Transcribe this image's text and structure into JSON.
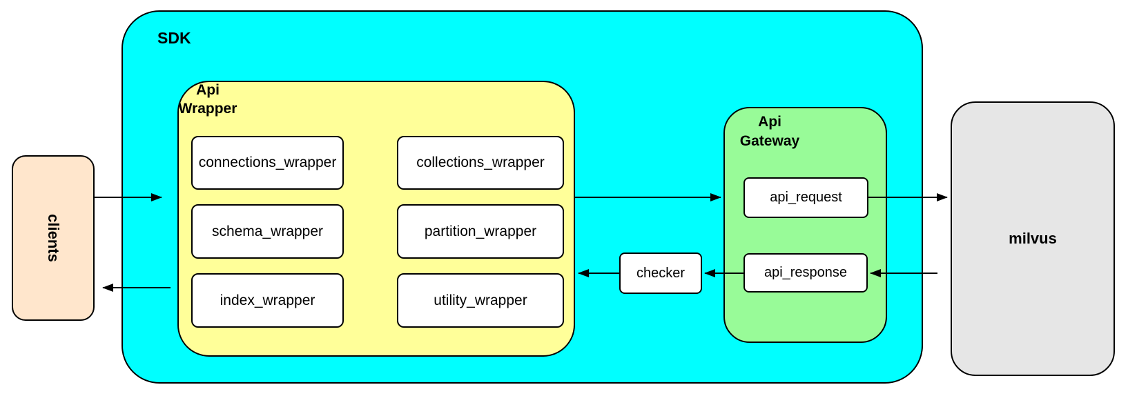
{
  "colors": {
    "canvas_bg": "#FFFFFF",
    "sdk_fill": "#00FFFF",
    "api_wrapper_fill": "#FFFF99",
    "api_gateway_fill": "#98FB98",
    "clients_fill": "#FFE6CC",
    "milvus_fill": "#E6E6E6",
    "leaf_box_fill": "#FFFFFF",
    "border": "#000000"
  },
  "nodes": {
    "clients": {
      "label": "clients"
    },
    "sdk": {
      "label": "SDK"
    },
    "api_wrapper": {
      "label": "Api\nWrapper",
      "items": [
        {
          "label": "connections_wrapper"
        },
        {
          "label": "collections_wrapper"
        },
        {
          "label": "schema_wrapper"
        },
        {
          "label": "partition_wrapper"
        },
        {
          "label": "index_wrapper"
        },
        {
          "label": "utility_wrapper"
        }
      ]
    },
    "checker": {
      "label": "checker"
    },
    "api_gateway": {
      "label": "Api\nGateway",
      "items": [
        {
          "label": "api_request"
        },
        {
          "label": "api_response"
        }
      ]
    },
    "milvus": {
      "label": "milvus"
    }
  },
  "edges": [
    {
      "from": "clients",
      "to": "sdk"
    },
    {
      "from": "sdk",
      "to": "clients"
    },
    {
      "from": "api_wrapper",
      "to": "api_gateway"
    },
    {
      "from": "api_request",
      "to": "milvus"
    },
    {
      "from": "milvus",
      "to": "api_response"
    },
    {
      "from": "api_response",
      "to": "checker"
    },
    {
      "from": "checker",
      "to": "api_wrapper"
    }
  ]
}
